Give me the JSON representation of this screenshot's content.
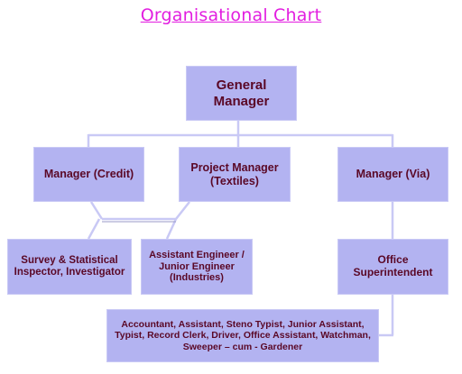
{
  "title": "Organisational Chart",
  "colors": {
    "title": "#e21ee0",
    "box_fill": "#b3b3f1",
    "box_text": "#5a0826",
    "connector": "#c9c9f5"
  },
  "nodes": {
    "general_manager": "General Manager",
    "manager_credit": "Manager (Credit)",
    "project_manager": "Project Manager (Textiles)",
    "manager_via": "Manager (Via)",
    "survey_inspector": "Survey & Statistical Inspector, Investigator",
    "assistant_engineer": "Assistant Engineer / Junior Engineer (Industries)",
    "office_superintendent": "Office Superintendent",
    "staff": "Accountant, Assistant,  Steno Typist, Junior Assistant,  Typist, Record Clerk, Driver, Office Assistant, Watchman,  Sweeper – cum - Gardener"
  }
}
